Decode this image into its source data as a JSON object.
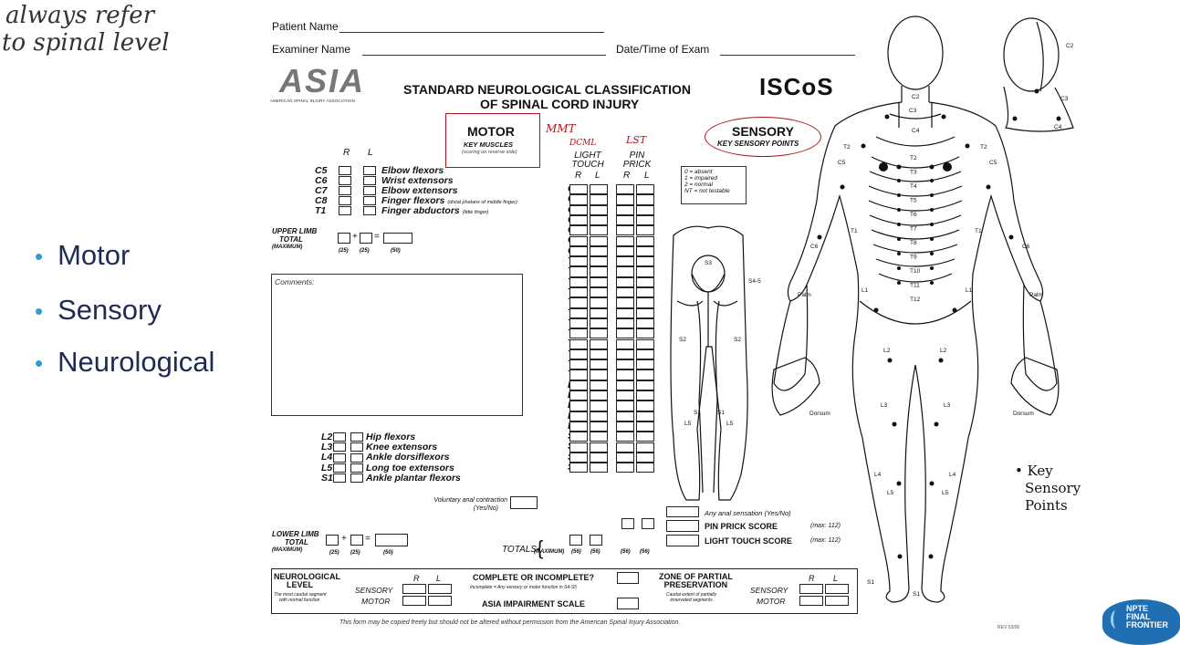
{
  "handwriting": {
    "line1": "always refer",
    "line2": "to spinal level"
  },
  "bullets": [
    "Motor",
    "Sensory",
    "Neurological"
  ],
  "form": {
    "patient_name_label": "Patient Name",
    "examiner_name_label": "Examiner Name",
    "date_label": "Date/Time of Exam",
    "logo_asia": "ASIA",
    "logo_asia_sub": "AMERICAN SPINAL INJURY ASSOCIATION",
    "title_line1": "STANDARD NEUROLOGICAL CLASSIFICATION",
    "title_line2": "OF SPINAL CORD INJURY",
    "logo_iscos": "ISCoS",
    "motor_title": "MOTOR",
    "motor_sub": "KEY MUSCLES",
    "motor_note": "(scoring on reverse side)",
    "annot_mmt": "MMT",
    "annot_dcml": "DCML",
    "annot_lst": "LST",
    "sensory_title": "SENSORY",
    "sensory_sub": "KEY SENSORY POINTS",
    "light_touch": "LIGHT",
    "light_touch2": "TOUCH",
    "pin_prick": "PIN",
    "pin_prick2": "PRICK",
    "r": "R",
    "l": "L",
    "scale": [
      "0 = absent",
      "1 = impaired",
      "2 = normal",
      "NT = not testable"
    ],
    "upper_levels": [
      "C5",
      "C6",
      "C7",
      "C8",
      "T1"
    ],
    "upper_muscles": [
      "Elbow flexors",
      "Wrist extensors",
      "Elbow extensors",
      "Finger flexors",
      "Finger abductors"
    ],
    "upper_notes": {
      "c8": "(distal phalanx of middle finger)",
      "t1": "(little finger)"
    },
    "upper_total": [
      "UPPER LIMB",
      "TOTAL",
      "(MAXIMUM)"
    ],
    "upper_max": [
      "(25)",
      "(25)",
      "(50)"
    ],
    "comments_label": "Comments:",
    "lower_levels": [
      "L2",
      "L3",
      "L4",
      "L5",
      "S1"
    ],
    "lower_muscles": [
      "Hip flexors",
      "Knee extensors",
      "Ankle dorsiflexors",
      "Long toe extensors",
      "Ankle plantar flexors"
    ],
    "anal_contraction": "Voluntary anal contraction",
    "anal_contraction2": "(Yes/No)",
    "lower_total": [
      "LOWER LIMB",
      "TOTAL",
      "(MAXIMUM)"
    ],
    "lower_max": [
      "(25)",
      "(25)",
      "(50)"
    ],
    "sensory_levels": [
      "C2",
      "C3",
      "C4",
      "C5",
      "C6",
      "C7",
      "C8",
      "T1",
      "T2",
      "T3",
      "T4",
      "T5",
      "T6",
      "T7",
      "T8",
      "T9",
      "T10",
      "T11",
      "T12",
      "L1",
      "L2",
      "L3",
      "L4",
      "L5",
      "S1",
      "S2",
      "S3",
      "S4-5"
    ],
    "totals_label": "TOTALS",
    "totals_max": "(MAXIMUM)",
    "totals_max_vals": [
      "(56)",
      "(56)",
      "(56)",
      "(56)"
    ],
    "anal_sensation": "Any anal sensation (Yes/No)",
    "pin_prick_score": "PIN PRICK SCORE",
    "light_touch_score": "LIGHT TOUCH SCORE",
    "max112": "(max: 112)",
    "neuro_level": "NEUROLOGICAL",
    "neuro_level2": "LEVEL",
    "neuro_note1": "The most caudal segment",
    "neuro_note2": "with normal function",
    "sensory_word": "SENSORY",
    "motor_word": "MOTOR",
    "complete": "COMPLETE OR INCOMPLETE?",
    "complete_note": "Incomplete = Any sensory or motor function in S4-S5",
    "asia_scale": "ASIA IMPAIRMENT SCALE",
    "zone": "ZONE OF PARTIAL",
    "zone2": "PRESERVATION",
    "zone_note1": "Caudal extent of partially",
    "zone_note2": "innervated segments",
    "footer": "This form may be copied freely but should not be altered without permission from the American Spinal Injury Association.",
    "rev": "REV 03/06",
    "perineum_labels": [
      "S3",
      "S4-5",
      "S2",
      "S2",
      "L5",
      "S1",
      "S1",
      "L5"
    ]
  },
  "dermatomes": {
    "head": [
      "C2",
      "C3",
      "C4",
      "C2",
      "C3",
      "C4"
    ],
    "trunk": [
      "T2",
      "T3",
      "T4",
      "T5",
      "T6",
      "T7",
      "T8",
      "T9",
      "T10",
      "T11",
      "T12"
    ],
    "arm_left": [
      "T2",
      "C5",
      "C6",
      "T1",
      "L1",
      "Palm"
    ],
    "arm_right": [
      "T2",
      "C5",
      "C6",
      "T1",
      "L1",
      "Palm"
    ],
    "leg": [
      "L2",
      "L2",
      "L3",
      "L3",
      "L4",
      "L4",
      "L5",
      "L5",
      "S1",
      "S1"
    ],
    "dorsum": [
      "Dorsum",
      "Dorsum"
    ]
  },
  "key_points": [
    "• Key",
    "Sensory",
    "Points"
  ],
  "npte_logo": [
    "NPTE",
    "FINAL",
    "FRONTIER"
  ]
}
